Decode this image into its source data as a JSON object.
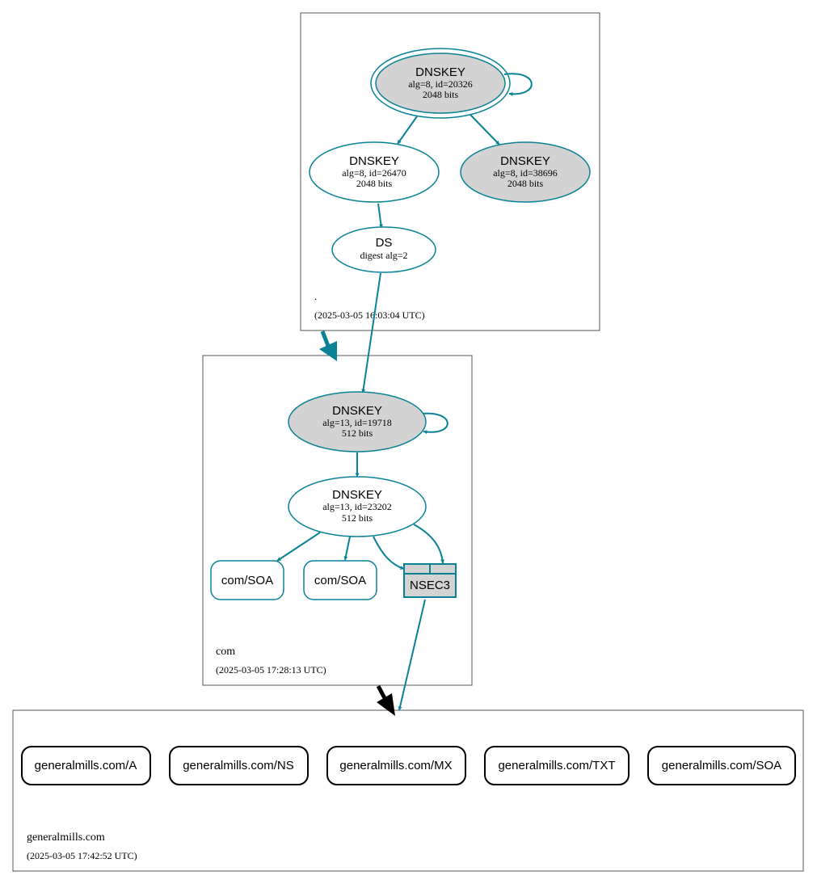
{
  "colors": {
    "edge": "#0a8296",
    "box_border": "#555555",
    "key_fill": "#d3d3d3",
    "black": "#000000"
  },
  "zones": {
    "root": {
      "name": ".",
      "timestamp": "(2025-03-05 16:03:04 UTC)"
    },
    "com": {
      "name": "com",
      "timestamp": "(2025-03-05 17:28:13 UTC)"
    },
    "domain": {
      "name": "generalmills.com",
      "timestamp": "(2025-03-05 17:42:52 UTC)"
    }
  },
  "nodes": {
    "root_ksk": {
      "title": "DNSKEY",
      "line1": "alg=8, id=20326",
      "line2": "2048 bits"
    },
    "root_zsk": {
      "title": "DNSKEY",
      "line1": "alg=8, id=26470",
      "line2": "2048 bits"
    },
    "root_key3": {
      "title": "DNSKEY",
      "line1": "alg=8, id=38696",
      "line2": "2048 bits"
    },
    "root_ds": {
      "title": "DS",
      "line1": "digest alg=2"
    },
    "com_ksk": {
      "title": "DNSKEY",
      "line1": "alg=13, id=19718",
      "line2": "512 bits"
    },
    "com_zsk": {
      "title": "DNSKEY",
      "line1": "alg=13, id=23202",
      "line2": "512 bits"
    },
    "com_soa_1": {
      "label": "com/SOA"
    },
    "com_soa_2": {
      "label": "com/SOA"
    },
    "nsec3": {
      "label": "NSEC3"
    }
  },
  "records": [
    "generalmills.com/A",
    "generalmills.com/NS",
    "generalmills.com/MX",
    "generalmills.com/TXT",
    "generalmills.com/SOA"
  ]
}
